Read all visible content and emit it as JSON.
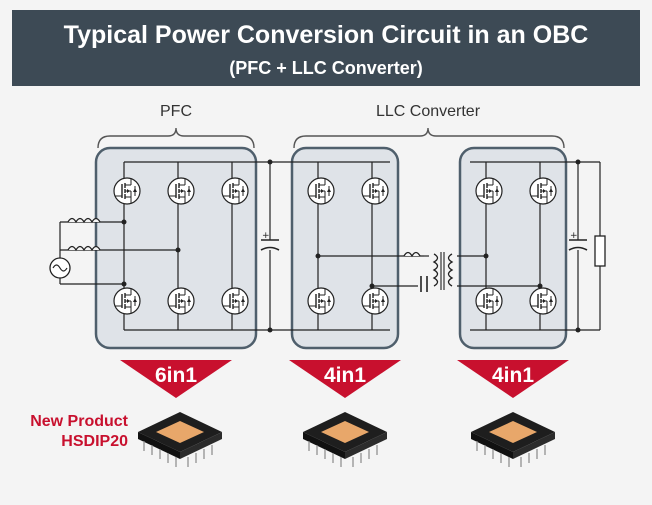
{
  "header": {
    "title": "Typical Power Conversion Circuit in an OBC",
    "subtitle": "(PFC + LLC Converter)"
  },
  "labels": {
    "pfc": "PFC",
    "llc": "LLC Converter"
  },
  "modules": [
    {
      "name": "pfc-module",
      "badge": "6in1"
    },
    {
      "name": "llc-primary-module",
      "badge": "4in1"
    },
    {
      "name": "llc-secondary-module",
      "badge": "4in1"
    }
  ],
  "new_product": {
    "line1": "New Product",
    "line2": "HSDIP20"
  },
  "colors": {
    "header_bg": "#3d4a55",
    "module_fill": "#dfe3e8",
    "module_border": "#4f5f6c",
    "badge": "#c8102e",
    "new_product_text": "#c8102e",
    "chip_body": "#2a2a2a",
    "chip_top": "#e8a76a"
  },
  "icons": [
    "mosfet-icon",
    "ac-source-icon",
    "inductor-icon",
    "capacitor-icon",
    "transformer-icon",
    "resistor-icon",
    "hsdip20-package-icon"
  ]
}
